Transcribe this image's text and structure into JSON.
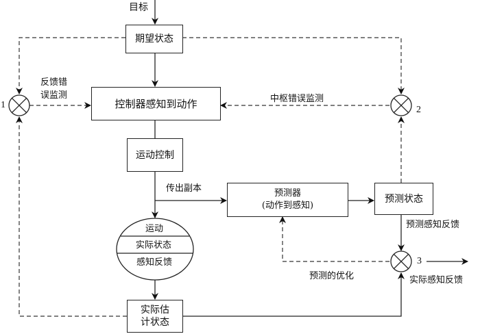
{
  "diagram": {
    "type": "flowchart",
    "input_label": "目标",
    "nodes": {
      "desired_state": "期望状态",
      "controller": "控制器感知到动作",
      "motor_control": "运动控制",
      "predictor_line1": "预测器",
      "predictor_line2": "(动作到感知)",
      "predicted_state": "预测状态",
      "movement": "运动",
      "actual_state": "实际状态",
      "sensory_feedback": "感知反馈",
      "estimated_line1": "实际估",
      "estimated_line2": "计状态"
    },
    "comparators": {
      "c1": "1",
      "c2": "2",
      "c3": "3"
    },
    "edge_labels": {
      "feedback_error_line1": "反馈错",
      "feedback_error_line2": "误监测",
      "central_error": "中枢错误监测",
      "efference_copy": "传出副本",
      "predicted_feedback": "预测感知反馈",
      "prediction_refinement": "预测的优化",
      "actual_feedback": "实际感知反馈"
    }
  }
}
